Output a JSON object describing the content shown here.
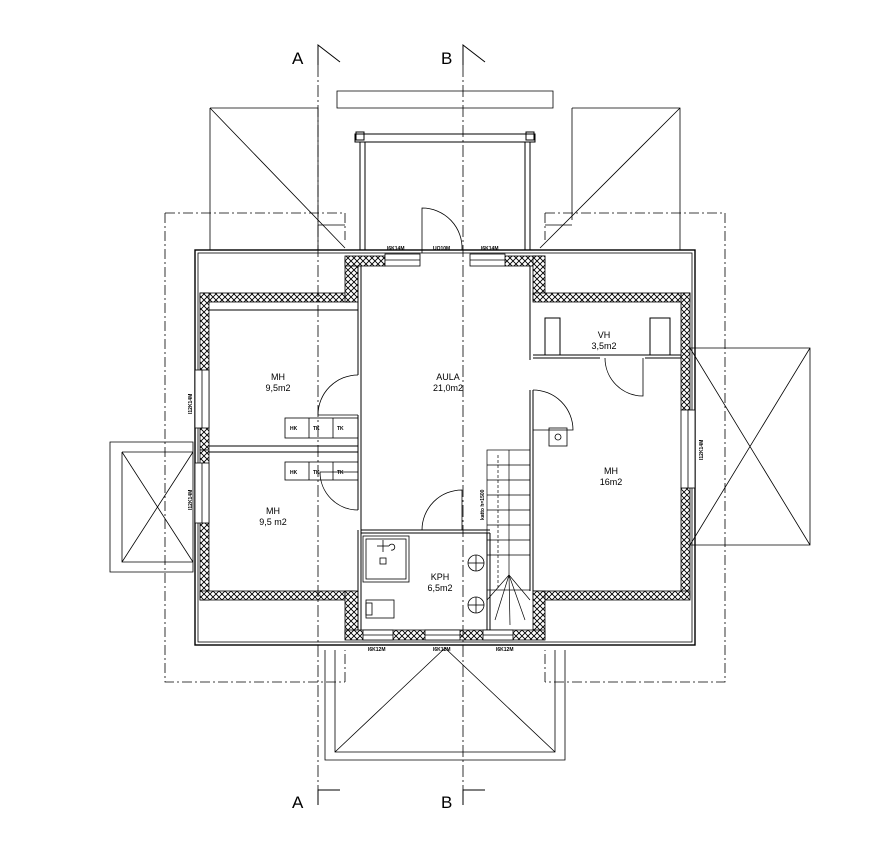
{
  "sections": {
    "a_label": "A",
    "b_label": "B"
  },
  "rooms": {
    "aula": {
      "name": "AULA",
      "area": "21,0m2"
    },
    "mh_ul": {
      "name": "MH",
      "area": "9,5m2"
    },
    "mh_ll": {
      "name": "MH",
      "area": "9,5 m2"
    },
    "mh_r": {
      "name": "MH",
      "area": "16m2"
    },
    "vh": {
      "name": "VH",
      "area": "3,5m2"
    },
    "kph": {
      "name": "KPH",
      "area": "6,5m2"
    }
  },
  "closets": {
    "hk": "HK",
    "tk": "TK"
  },
  "openings": {
    "top_left_window": "I6K14M",
    "top_door": "UO10M",
    "top_right_window": "I6K14M",
    "left_upper_window": "I12K14M",
    "left_lower_window": "I12K14M",
    "right_window": "I12K14M",
    "bottom_left_window": "I6K12M",
    "bottom_center_window": "I6K12M",
    "bottom_right_window": "I6K12M"
  },
  "stair_label": "katto h=1500"
}
